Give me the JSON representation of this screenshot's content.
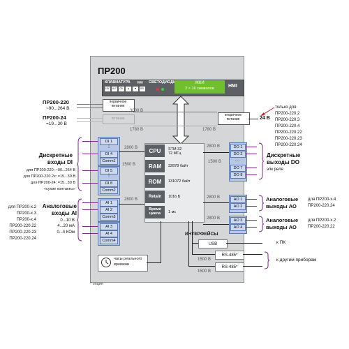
{
  "device": {
    "title": "ПР200",
    "hmi": {
      "keyboard_label": "КЛАВИАТУРА",
      "keyboard_badge": "N/M",
      "keys": [
        "ESC",
        "ALT",
        "OK",
        "▲",
        "▼",
        "SEL"
      ],
      "leds_label": "СВЕТОДИОДЫ",
      "lcd_title": "ЖКИ",
      "lcd_sub": "2 × 16 символов",
      "hmi_label": "HMI"
    },
    "power": {
      "primary": "первичное питание",
      "primary2": "питание",
      "secondary": "вторичное питание",
      "iso_3000": "3000 В",
      "iso_1780_left": "1780 В",
      "iso_1780_right": "1780 В",
      "out_24": "24 В"
    },
    "cpu": {
      "rows": [
        {
          "key": "CPU",
          "value": "STM 32",
          "value2": "72 МГц"
        },
        {
          "key": "RAM",
          "value": "32878 байт",
          "value2": ""
        },
        {
          "key": "ROM",
          "value": "131072 байт",
          "value2": ""
        },
        {
          "key": "Retain",
          "value": "1016 Б",
          "value2": ""
        },
        {
          "key": "Время цикла",
          "value": "1 мс",
          "value2": ""
        }
      ]
    },
    "di_blocks": [
      {
        "a": "DI 1",
        "b": "DI 4",
        "comm": "Comm1"
      },
      {
        "a": "DI 5",
        "b": "DI 8",
        "comm": "Comm2"
      }
    ],
    "ai_blocks": [
      {
        "a": "AI 1",
        "b": "AI 2",
        "comm": "Comm3"
      },
      {
        "a": "AI 3",
        "b": "AI 4",
        "comm": "Comm4"
      }
    ],
    "do_items": [
      "DO 1",
      "DO 2",
      "…",
      "DO 7",
      "DO 8"
    ],
    "ao_items": [
      "AO 1",
      "AO 2",
      "AO 3",
      "AO 4"
    ],
    "iso": {
      "di": "2800 В",
      "di_mid": "1500 В",
      "ai": "2800 В",
      "do1": "2800 В",
      "do_mid": "1500 В",
      "do2": "2800 В",
      "ao1": "2800 В",
      "ao2": "2800 В",
      "rs1": "1500 В",
      "rs2": "1500 В"
    },
    "interfaces": {
      "title": "ИНТЕРФЕЙСЫ",
      "usb": "USB",
      "rs1": "RS-485*",
      "rs2": "RS-485*"
    },
    "rtc": {
      "line1": "часы реального",
      "line2": "времени"
    }
  },
  "left": {
    "p220_name": "ПР200-220",
    "p220_range": "~90...264 В",
    "p24_name": "ПР200-24",
    "p24_range": "=19...30 В",
    "di_title1": "Дискретные",
    "di_title2": "входы DI",
    "di_notes": [
      "для ПР200-220: ~90...264 В",
      "для ПР200-220.2х: =15...30 В",
      "для ПР200-24: =15...30 В",
      "«сухие контакты»"
    ],
    "ai_models": [
      "для ПР200-х.2",
      "ПР200-х.3",
      "ПР200-х.4",
      "ПР200-220.22",
      "ПР200-220.23",
      "ПР200-220.24"
    ],
    "ai_title1": "Аналоговые",
    "ai_title2": "входы AI",
    "ai_ranges": [
      "0...10 В",
      "4...20 мА",
      "0...4 КОм"
    ]
  },
  "right": {
    "only_for": [
      "только для",
      "ПР200-220.2",
      "ПР200-220.3",
      "ПР200-220.4",
      "ПР200-220.22",
      "ПР200-220.23",
      "ПР200-220.24"
    ],
    "do_title1": "Дискретные",
    "do_title2": "выходы DO",
    "do_sub": "э/м реле",
    "ao1_title1": "Аналоговые",
    "ao1_title2": "выходы АО",
    "ao1_models": [
      "для ПР200-х.4",
      "ПР200-220.24"
    ],
    "ao2_title1": "Аналоговые",
    "ao2_title2": "выходы АО",
    "ao2_models": [
      "для ПР200-х.2",
      "ПР200-220.22"
    ],
    "to_pc": "к ПК",
    "to_devices": "к другим приборам"
  },
  "footnote": "* опция"
}
